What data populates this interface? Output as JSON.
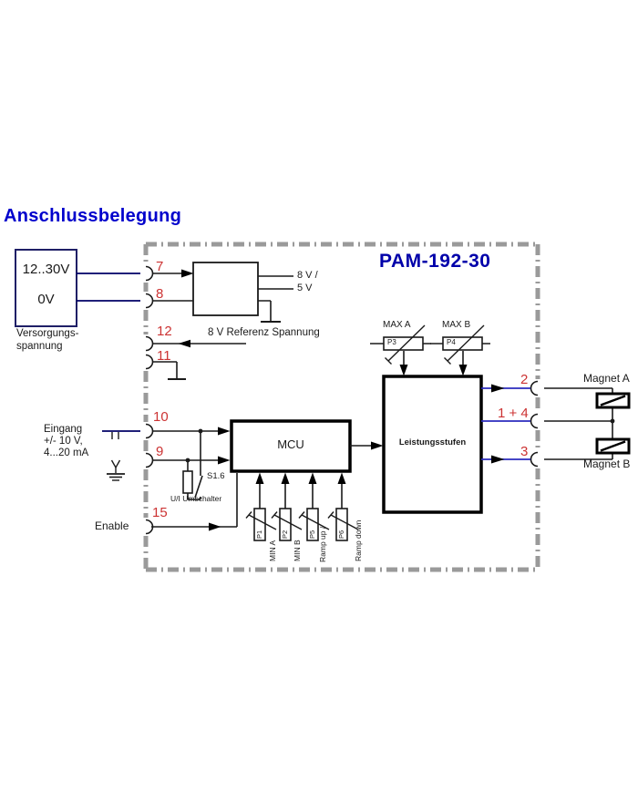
{
  "title": "Anschlussbelegung",
  "device_name": "PAM-192-30",
  "supply": {
    "range": "12..30V",
    "zero": "0V",
    "caption_line1": "Versorgungs-",
    "caption_line2": "spannung"
  },
  "regulator": {
    "output1": "8 V /",
    "output2": "5 V"
  },
  "reference_label": "8 V Referenz Spannung",
  "input": {
    "line1": "Eingang",
    "line2": "+/- 10 V,",
    "line3": "4...20 mA"
  },
  "enable_label": "Enable",
  "switch": {
    "id": "S1.6",
    "label": "U/I Umschalter"
  },
  "mcu_label": "MCU",
  "power_stage_label": "Leistungsstufen",
  "pins": {
    "p7": "7",
    "p8": "8",
    "p12": "12",
    "p11": "11",
    "p10": "10",
    "p9": "9",
    "p15": "15",
    "p2": "2",
    "p1_4": "1 + 4",
    "p3": "3"
  },
  "trimmers": {
    "max_a": {
      "id": "P3",
      "label": "MAX A"
    },
    "max_b": {
      "id": "P4",
      "label": "MAX B"
    },
    "min_a": {
      "id": "P1",
      "label": "MIN A"
    },
    "min_b": {
      "id": "P2",
      "label": "MIN B"
    },
    "ramp_up": {
      "id": "P5",
      "label": "Ramp up /"
    },
    "ramp_down": {
      "id": "P6",
      "label": "Ramp down"
    }
  },
  "magnets": {
    "a": "Magnet A",
    "b": "Magnet B"
  },
  "colors": {
    "title_blue": "#0000cc",
    "device_blue": "#0000aa",
    "pin_red": "#cc3333",
    "wire_navy": "#000066",
    "wire_blue": "#2b2bbe",
    "border_gray": "#9a9a9a",
    "wire_black": "#1a1a1a"
  }
}
